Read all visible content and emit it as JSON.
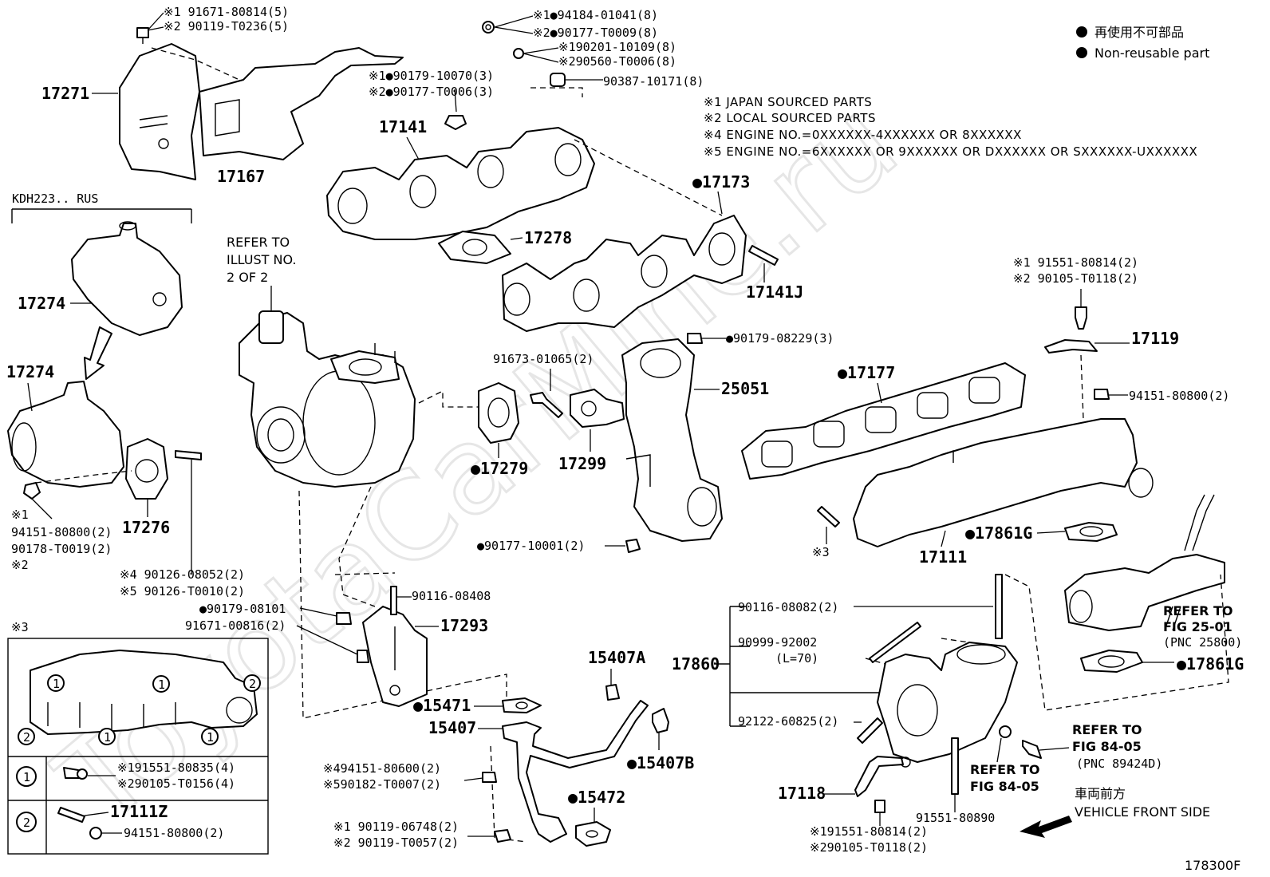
{
  "legend": {
    "non_reusable_jp": "再使用不可部品",
    "non_reusable_en": "Non-reusable part"
  },
  "notes": {
    "n1": "※1 JAPAN SOURCED PARTS",
    "n2": "※2 LOCAL SOURCED PARTS",
    "n4": "※4 ENGINE NO.=0XXXXXX-4XXXXXX OR 8XXXXXX",
    "n5": "※5 ENGINE NO.=6XXXXXX OR 9XXXXXX OR DXXXXXX OR SXXXXXX-UXXXXXX"
  },
  "watermark": "ToyotaCarMine.ru",
  "figure_id": "178300F",
  "labels": {
    "p17271": "17271",
    "p17167": "17167",
    "b1_1": "※1 91671-80814(5)",
    "b1_2": "※2 90119-T0236(5)",
    "nut1_1": "※1●94184-01041(8)",
    "nut1_2": "※2●90177-T0009(8)",
    "w1_1": "※190201-10109(8)",
    "w1_2": "※290560-T0006(8)",
    "nut2_1": "※1●90179-10070(3)",
    "nut2_2": "※2●90177-T0006(3)",
    "stud1": "90387-10171(8)",
    "p17141": "17141",
    "p17173": "●17173",
    "p17278": "17278",
    "p17141J": "17141J",
    "kdh": "KDH223.. RUS",
    "refer1": "REFER TO",
    "refer2": "ILLUST NO.",
    "refer3": "2 OF 2",
    "p17274a": "17274",
    "p17274b": "17274",
    "n94151_1": "※1",
    "n94151": "94151-80800(2)",
    "n90178": "90178-T0019(2)",
    "n90178_2": "※2",
    "p17276": "17276",
    "s90126a": "※4 90126-08052(2)",
    "s90126b": "※5 90126-T0010(2)",
    "n90179_08229": "●90179-08229(3)",
    "b91673": "91673-01065(2)",
    "p25051": "25051",
    "p17279": "●17279",
    "p17299": "17299",
    "n90177_10001": "●90177-10001(2)",
    "n90179_08101": "●90179-08101",
    "s90116_08408": "90116-08408",
    "b91671_00816": "91671-00816(2)",
    "p17293": "17293",
    "b91551_a1": "※1 91551-80814(2)",
    "b91551_a2": "※2 90105-T0118(2)",
    "p17119": "17119",
    "p17177": "●17177",
    "n94151_b": "94151-80800(2)",
    "p17111": "17111",
    "p17861g_a": "●17861G",
    "mark3": "※3",
    "p15407a": "15407A",
    "p15471": "●15471",
    "p15407": "15407",
    "p15407b": "●15407B",
    "p15472": "●15472",
    "n94151_4": "※494151-80600(2)",
    "n90182_5": "※590182-T0007(2)",
    "b90119_1": "※1 90119-06748(2)",
    "b90119_2": "※2 90119-T0057(2)",
    "s90116_08082": "90116-08082(2)",
    "p17860": "17860",
    "pin90999": "90999-92002",
    "pin_len": "(L=70)",
    "s92122": "92122-60825(2)",
    "ref2501_1": "REFER TO",
    "ref2501_2": "FIG 25-01",
    "ref2501_3": "(PNC 25800)",
    "p17861g_b": "●17861G",
    "ref8405a_1": "REFER TO",
    "ref8405a_2": "FIG 84-05",
    "ref8405a_3": "(PNC 89424D)",
    "ref8405b_1": "REFER TO",
    "ref8405b_2": "FIG 84-05",
    "p17118": "17118",
    "b91551_80890": "91551-80890",
    "b91551_c1": "※191551-80814(2)",
    "b91551_c2": "※290105-T0118(2)",
    "front_jp": "車両前方",
    "front_en": "VEHICLE FRONT SIDE",
    "inset_mark": "※3",
    "inset_r1_1": "※191551-80835(4)",
    "inset_r1_2": "※290105-T0156(4)",
    "inset_r2_part": "17111Z",
    "inset_r2_nut": "94151-80800(2)",
    "c1": "1",
    "c2": "2"
  }
}
